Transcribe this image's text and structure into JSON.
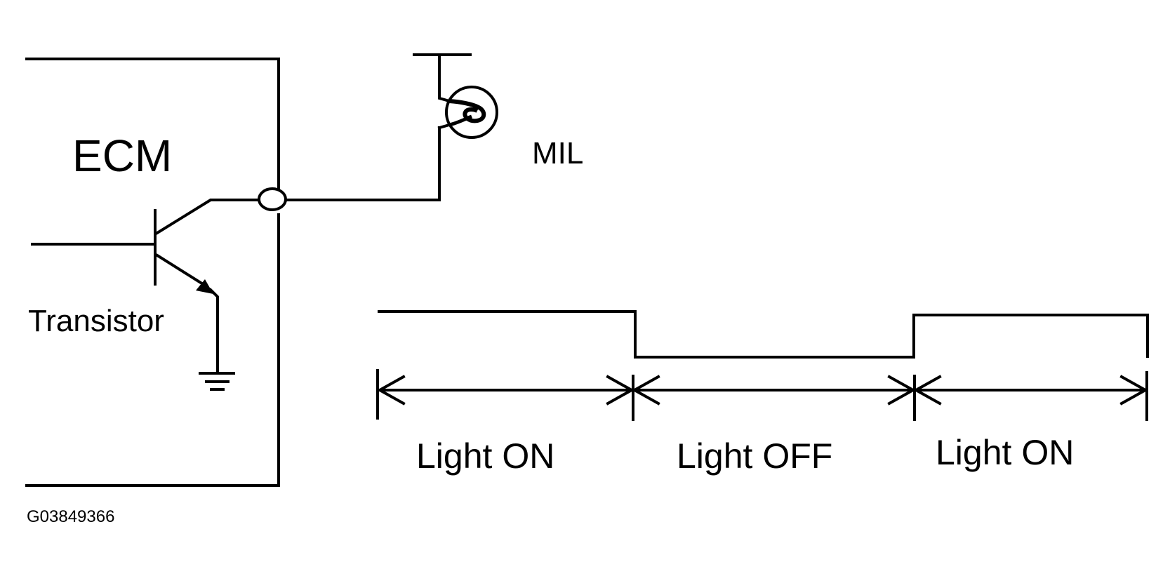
{
  "labels": {
    "ecm": "ECM",
    "mil": "MIL",
    "transistor": "Transistor",
    "light_on_1": "Light ON",
    "light_off": "Light OFF",
    "light_on_2": "Light ON",
    "figure_code": "G03849366"
  },
  "icons": {
    "lamp": "mil-lamp-icon",
    "ground": "ground-icon",
    "transistor": "npn-transistor-icon",
    "connector": "connector-icon"
  },
  "colors": {
    "stroke": "#000000",
    "background": "#ffffff"
  }
}
